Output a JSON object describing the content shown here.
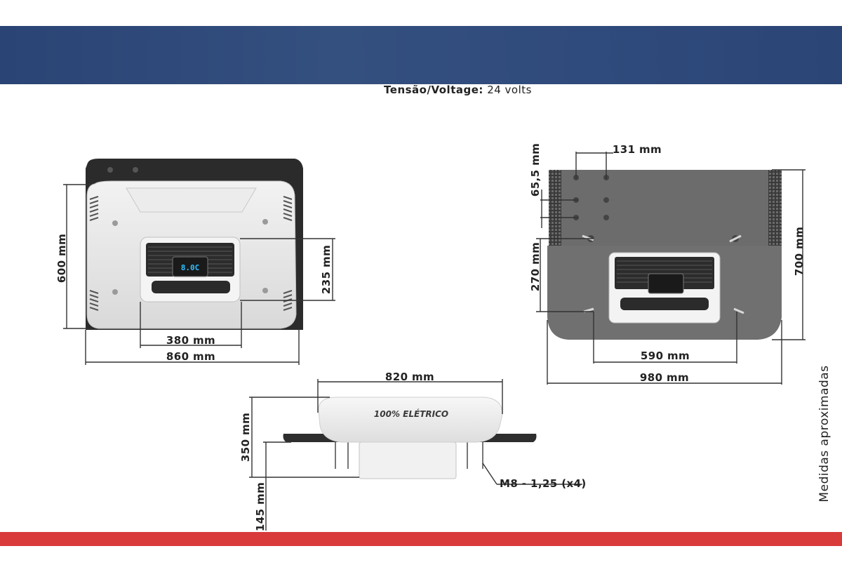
{
  "header": {
    "banner_color": "#2f4a7c",
    "voltage_label": "Tensão/Voltage:",
    "voltage_value": "24 volts"
  },
  "front_view": {
    "height_total": "600 mm",
    "width_total": "860 mm",
    "panel_width": "380 mm",
    "panel_height": "235 mm",
    "display_text": "8.0C"
  },
  "bottom_view": {
    "hole_spacing_h": "131 mm",
    "hole_spacing_v": "65,5 mm",
    "mount_height": "270 mm",
    "height_total": "700 mm",
    "mount_width": "590 mm",
    "width_total": "980 mm"
  },
  "side_view": {
    "width_top": "820 mm",
    "height_total": "350 mm",
    "height_below": "145 mm",
    "bolt_spec": "M8 - 1,25 (x4)",
    "brand_text": "100% ELÉTRICO"
  },
  "side_note": "Medidas aproximadas",
  "footer": {
    "bar_color": "#d93a3a"
  }
}
